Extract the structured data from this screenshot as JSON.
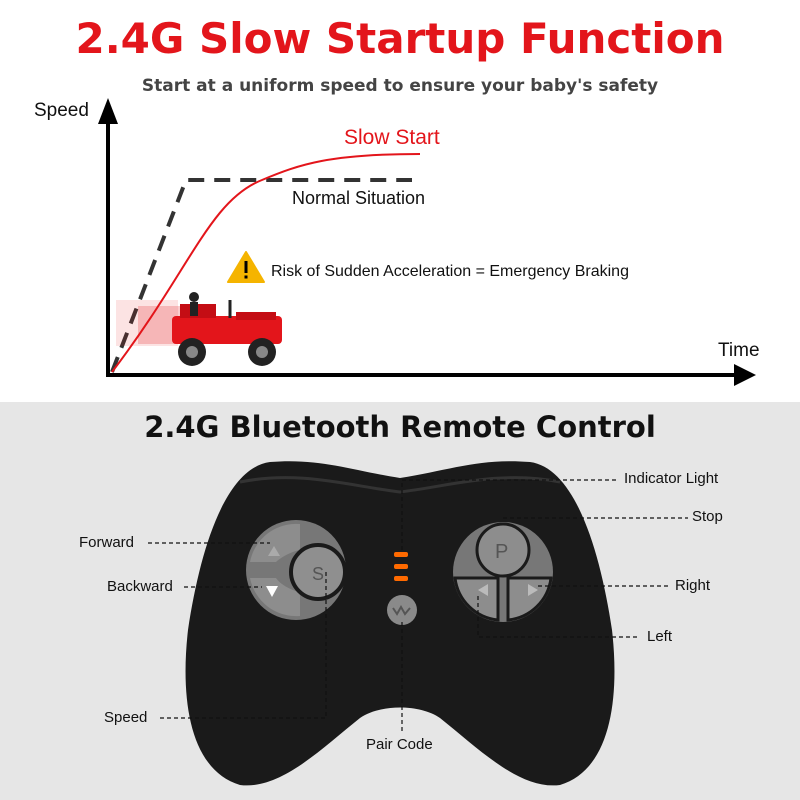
{
  "header": {
    "title": "2.4G Slow Startup Function",
    "subtitle": "Start at a uniform speed to ensure your baby's safety"
  },
  "graph": {
    "y_axis_label": "Speed",
    "x_axis_label": "Time",
    "curves": [
      {
        "label": "Slow Start",
        "color": "#e3151b",
        "style": "solid"
      },
      {
        "label": "Normal Situation",
        "color": "#333333",
        "style": "dashed"
      }
    ],
    "warning": {
      "icon": "warning-triangle-icon",
      "text": "Risk of Sudden Acceleration = Emergency Braking",
      "color": "#f5b400"
    },
    "vehicle": "red-ride-on-car"
  },
  "remote": {
    "title": "2.4G Bluetooth Remote Control",
    "left_button_letter": "S",
    "right_button_letter": "P",
    "labels": {
      "indicator": "Indicator Light",
      "stop": "Stop",
      "forward": "Forward",
      "backward": "Backward",
      "right": "Right",
      "left": "Left",
      "speed": "Speed",
      "pair": "Pair Code"
    },
    "colors": {
      "body": "#1a1a1a",
      "buttons": "#8a8a8a",
      "leds": "#ff6a00",
      "background": "#e6e6e6"
    }
  }
}
